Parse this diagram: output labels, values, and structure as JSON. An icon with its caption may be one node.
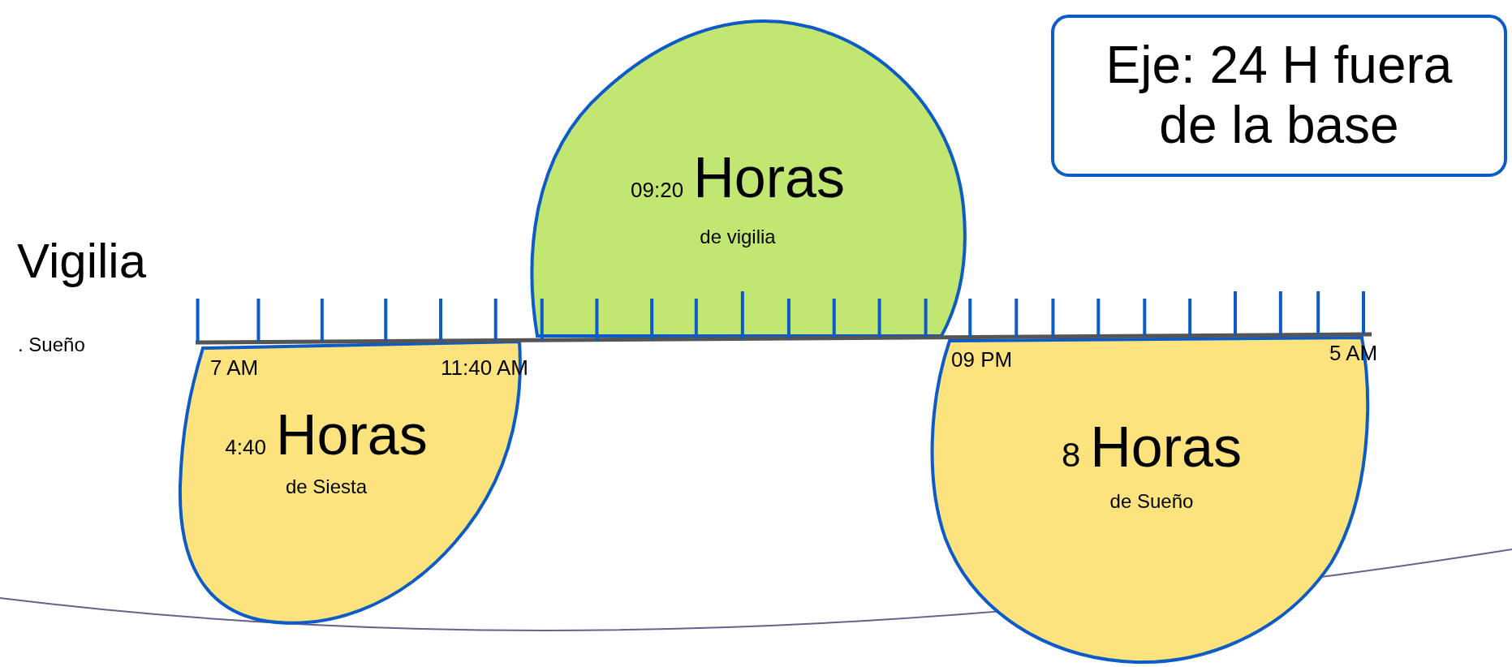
{
  "diagram": {
    "nodes": [
      {
        "text": [
          "09:20",
          "Horas",
          "de vigilia"
        ]
      },
      {
        "text": [
          "4:40",
          "Horas",
          "de Siesta"
        ]
      },
      {
        "text": [
          "8",
          "Horas",
          "de Sueño"
        ]
      },
      {
        "text": [
          "Eje: 24 H fuera de la base"
        ]
      }
    ],
    "labels": [
      "Vigilia",
      ". Sueño",
      "7 AM",
      "11:40 AM",
      "09 PM",
      "5 AM"
    ]
  }
}
